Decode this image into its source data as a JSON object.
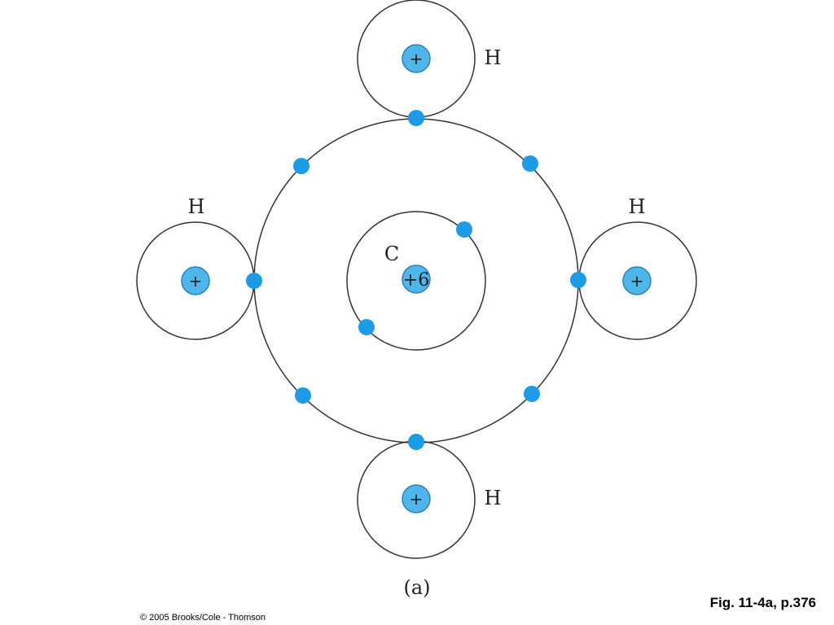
{
  "diagram": {
    "colors": {
      "orbit": "#333333",
      "electron": "#1e9be6",
      "nucleus_fill": "#4fb6ea",
      "nucleus_stroke": "#2a7fb8"
    },
    "carbon": {
      "symbol": "C",
      "nucleus_label": "+6"
    },
    "hydrogens": [
      {
        "symbol": "H",
        "nucleus_label": "+"
      },
      {
        "symbol": "H",
        "nucleus_label": "+"
      },
      {
        "symbol": "H",
        "nucleus_label": "+"
      },
      {
        "symbol": "H",
        "nucleus_label": "+"
      }
    ],
    "panel_label": "(a)",
    "electron_counts": {
      "carbon_inner_shell": 2,
      "carbon_outer_shell": 8
    }
  },
  "caption": {
    "figure_ref": "Fig. 11-4a, p.376",
    "copyright": "© 2005 Brooks/Cole - Thomson"
  }
}
